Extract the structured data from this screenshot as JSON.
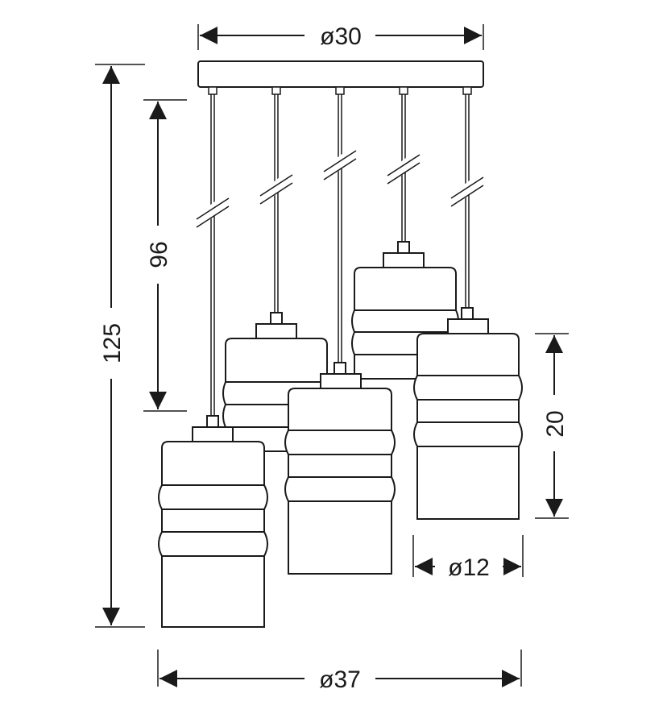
{
  "dimensions": {
    "canopy_diameter": "ø30",
    "total_height": "125",
    "cable_length": "96",
    "shade_height": "20",
    "shade_diameter": "ø12",
    "overall_diameter": "ø37"
  },
  "colors": {
    "line": "#1a1a1a",
    "background": "#ffffff"
  }
}
